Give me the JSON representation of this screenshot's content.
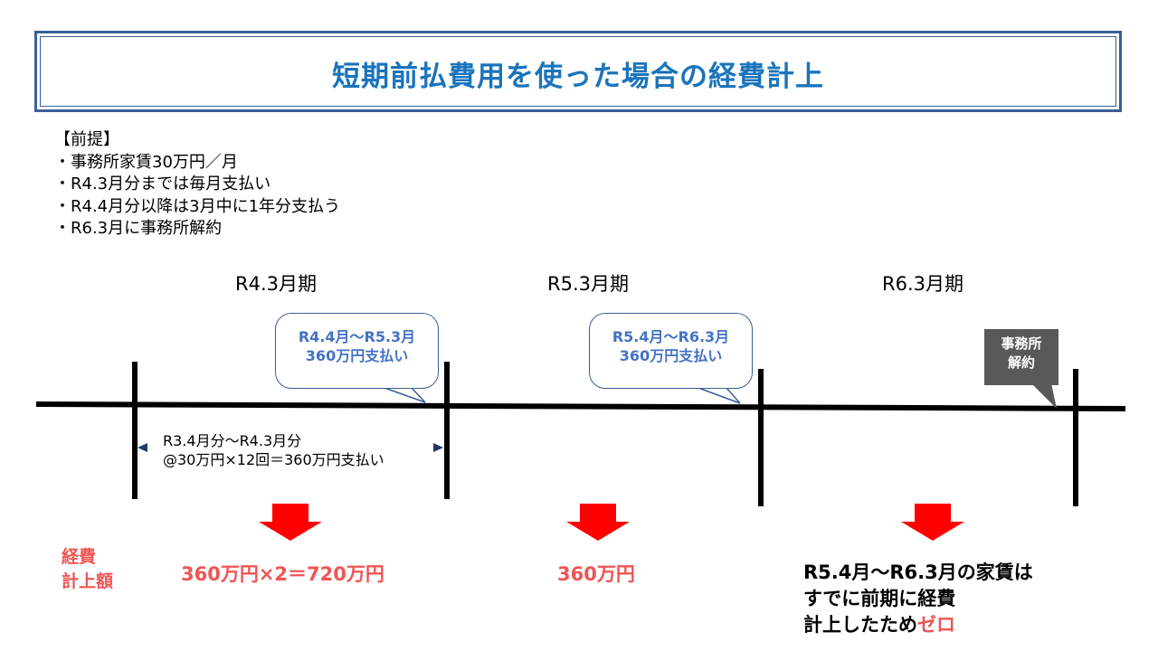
{
  "title": "短期前払費用を使った場合の経費計上",
  "premise": {
    "heading": "【前提】",
    "items": [
      "・事務所家賃30万円／月",
      "・R4.3月分までは毎月支払い",
      "・R4.4月分以降は3月中に1年分支払う",
      "・R6.3月に事務所解約"
    ]
  },
  "periods": [
    "R4.3月期",
    "R5.3月期",
    "R6.3月期"
  ],
  "callouts": [
    {
      "line1": "R4.4月～R5.3月",
      "line2": "360万円支払い"
    },
    {
      "line1": "R5.4月～R6.3月",
      "line2": "360万円支払い"
    }
  ],
  "termination_callout": {
    "line1": "事務所",
    "line2": "解約"
  },
  "range_note": {
    "line1": "R3.4月分～R4.3月分",
    "line2": "@30万円×12回＝360万円支払い"
  },
  "expense_label": {
    "line1": "経費",
    "line2": "計上額"
  },
  "amounts": [
    "360万円×2＝720万円",
    "360万円"
  ],
  "zero_note": {
    "line1": "R5.4月～R6.3月の家賃は",
    "line2": "すでに前期に経費",
    "line3_prefix": "計上したため",
    "line3_highlight": "ゼロ"
  },
  "colors": {
    "title_text": "#1a74bb",
    "title_border": "#3b5f97",
    "callout_text": "#4472c4",
    "red": "#f05454",
    "arrow_red": "#ff0000",
    "dark_blue_arrow": "#1f3864",
    "gray_callout": "#595959"
  }
}
